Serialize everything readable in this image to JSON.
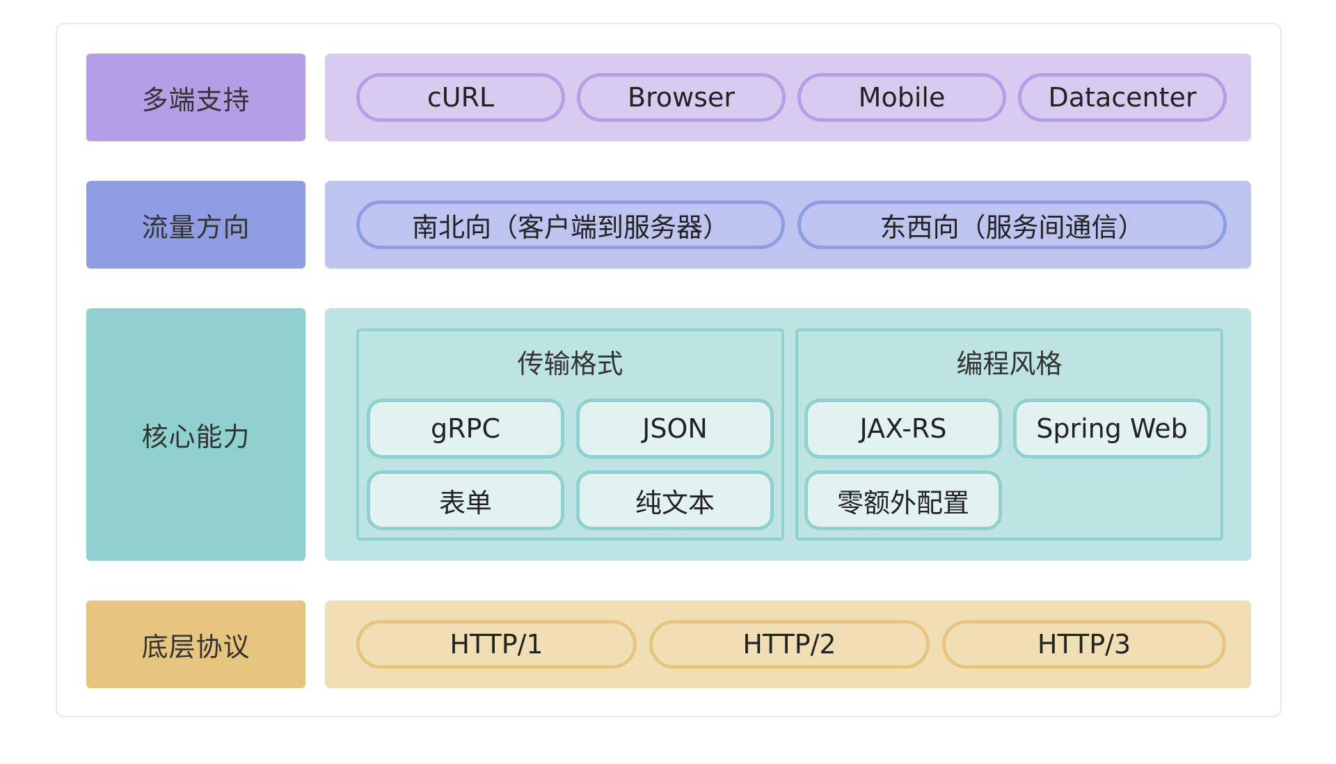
{
  "layers": {
    "clients": {
      "label": "多端支持",
      "items": [
        "cURL",
        "Browser",
        "Mobile",
        "Datacenter"
      ]
    },
    "traffic": {
      "label": "流量方向",
      "items": [
        "南北向（客户端到服务器）",
        "东西向（服务间通信）"
      ]
    },
    "core": {
      "label": "核心能力",
      "groups": [
        {
          "title": "传输格式",
          "items": [
            "gRPC",
            "JSON",
            "表单",
            "纯文本"
          ]
        },
        {
          "title": "编程风格",
          "items": [
            "JAX-RS",
            "Spring Web",
            "零额外配置"
          ]
        }
      ]
    },
    "protocol": {
      "label": "底层协议",
      "items": [
        "HTTP/1",
        "HTTP/2",
        "HTTP/3"
      ]
    }
  },
  "colors": {
    "clients_label": "#b49fe7",
    "clients_panel": "#d7cbf0",
    "traffic_label": "#8f9ee2",
    "traffic_panel": "#bcc4ef",
    "core_label": "#8ed1ce",
    "core_panel": "#bde3e2",
    "core_pill": "#e1f2f1",
    "protocol_label": "#e6c57e",
    "protocol_panel": "#f0deb4"
  }
}
